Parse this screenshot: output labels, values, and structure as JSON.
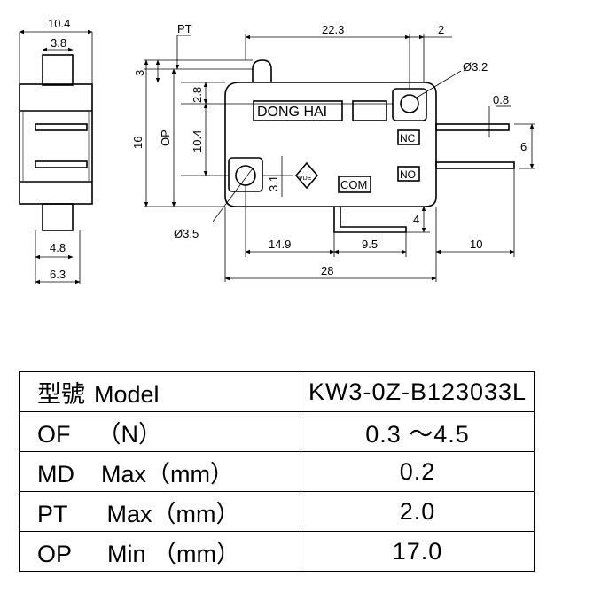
{
  "drawing": {
    "dims": {
      "w10_4": "10.4",
      "w3_8": "3.8",
      "w4_8": "4.8",
      "w6_3": "6.3",
      "pt": "PT",
      "op": "OP",
      "h3": "3",
      "h2_8": "2.8",
      "h16": "16",
      "h10_4": "10.4",
      "h3_1": "3.1",
      "l22_3": "22.3",
      "l2": "2",
      "d3_2": "Ø3.2",
      "l0_8": "0.8",
      "l6": "6",
      "l4": "4",
      "l10": "10",
      "d3_5": "Ø3.5",
      "l14_9": "14.9",
      "l9_5": "9.5",
      "l28": "28"
    },
    "labels": {
      "brand": "DONG HAI",
      "nc": "NC",
      "no": "NO",
      "com": "COM",
      "cert": "VDE"
    }
  },
  "spec_table": [
    {
      "key": "型號",
      "key2": "Model",
      "value": "KW3-0Z-B123033L"
    },
    {
      "key": "OF",
      "key2": "（N）",
      "value": "0.3 ～4.5"
    },
    {
      "key": "MD",
      "key2": "Max（mm）",
      "value": "0.2"
    },
    {
      "key": "PT",
      "key2": "Max（mm）",
      "value": "2.0"
    },
    {
      "key": "OP",
      "key2": "Min （mm）",
      "value": "17.0"
    }
  ]
}
